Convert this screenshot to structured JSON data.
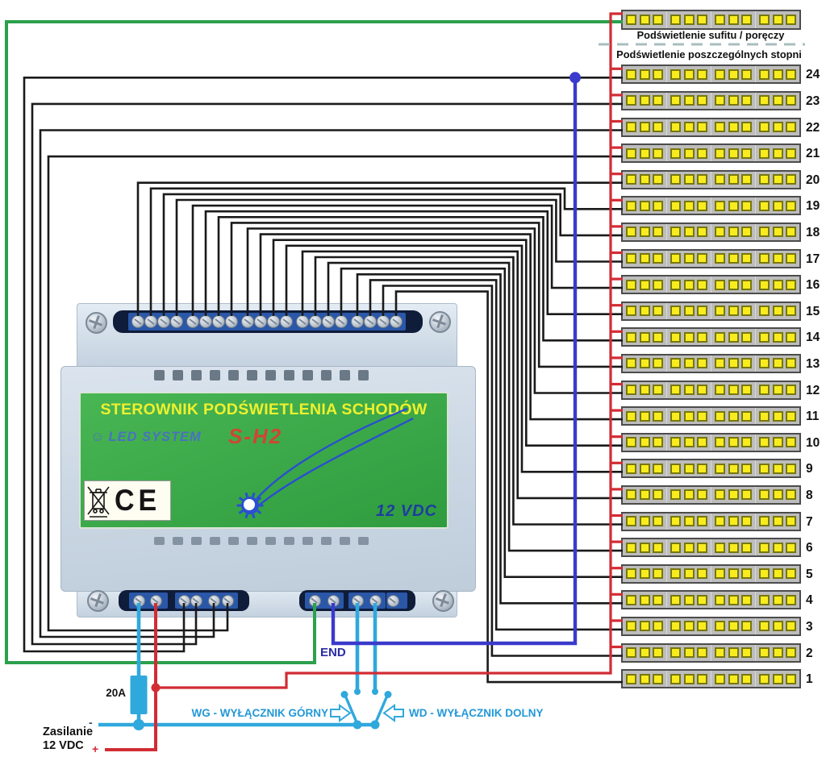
{
  "headers": {
    "ceiling": "Podświetlenie sufitu / poręczy",
    "steps": "Podświetlenie poszczególnych stopni"
  },
  "strips": {
    "numbers": [
      "24",
      "23",
      "22",
      "21",
      "20",
      "19",
      "18",
      "17",
      "16",
      "15",
      "14",
      "13",
      "12",
      "11",
      "10",
      "9",
      "8",
      "7",
      "6",
      "5",
      "4",
      "3",
      "2",
      "1"
    ]
  },
  "controller": {
    "title": "STEROWNIK PODŚWIETLENIA SCHODÓW",
    "brand": "LED SYSTEM",
    "brand_icon": "☺",
    "model": "S-H2",
    "voltage": "12 VDC",
    "ce_mark": "CE"
  },
  "power": {
    "fuse": "20A",
    "label_line1": "Zasilanie",
    "label_line2": "12 VDC",
    "minus": "-",
    "plus": "+"
  },
  "switches": {
    "upper": "WG - WYŁĄCZNIK GÓRNY",
    "lower": "WD - WYŁĄCZNIK DOLNY"
  },
  "end_label": "END",
  "colors": {
    "wire_black": "#1a1a1a",
    "wire_red": "#d22c34",
    "wire_green": "#2ca04c",
    "wire_blue": "#3a3acc",
    "wire_cyan": "#2fa8dc",
    "dash_divider": "#a9bdbd",
    "strip_body": "#bdbdbd",
    "led_yellow": "#f8ec1f",
    "label_green": "#3fae49",
    "title_yellow": "#eef02e",
    "brand_blue": "#4a71c0",
    "model_red": "#cf4632",
    "voltage_navy": "#1d3da0"
  }
}
